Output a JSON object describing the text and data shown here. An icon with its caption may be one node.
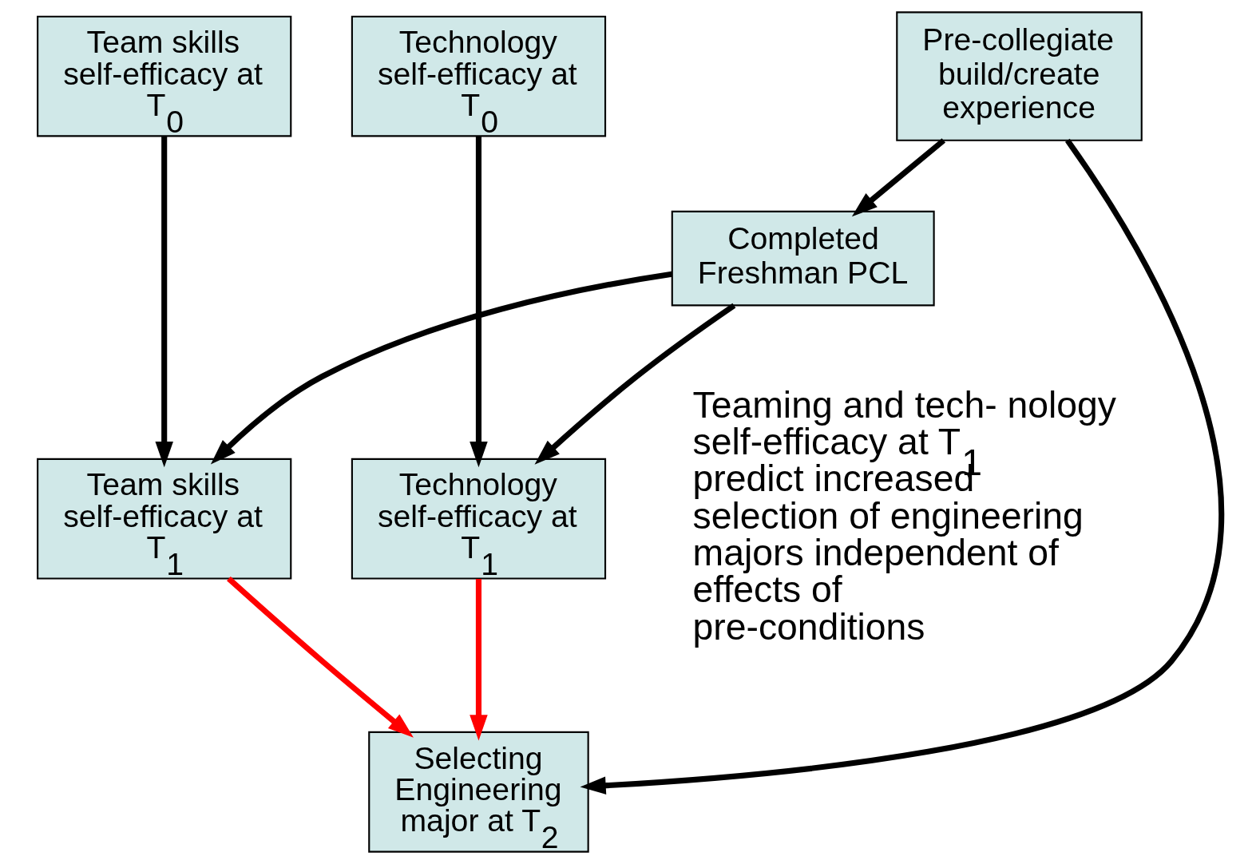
{
  "diagram": {
    "nodes": [
      {
        "text": [
          "Pre-collegiate build/create experience"
        ]
      },
      {
        "text": [
          "Technology self-efficacy at T$_{0}$"
        ]
      },
      {
        "text": [
          "Team skills self-efficacy at T$_{0}$"
        ]
      },
      {
        "text": [
          "Completed Freshman PCL"
        ]
      },
      {
        "text": [
          "Technology self-efficacy at T$_{1}$"
        ]
      },
      {
        "text": [
          "Team skills self-efficacy at T$_{1}$"
        ]
      },
      {
        "text": [
          "Selecting Engineering major at T$_{2}$"
        ]
      }
    ],
    "edges": [
      {
        "from": 0,
        "to": 3,
        "arrow": "to"
      },
      {
        "from": 0,
        "to": 6,
        "arrow": "to"
      },
      {
        "from": 1,
        "to": 4,
        "arrow": "to"
      },
      {
        "from": 2,
        "to": 5,
        "arrow": "to"
      },
      {
        "from": 3,
        "to": 4,
        "arrow": "to"
      },
      {
        "from": 3,
        "to": 5,
        "arrow": "to"
      },
      {
        "from": 4,
        "to": 6,
        "arrow": "to",
        "color": "#ff0000"
      },
      {
        "from": 5,
        "to": 6,
        "arrow": "to",
        "color": "#ff0000"
      }
    ],
    "labels": [
      "Teaming and tech- nology self-efficacy at T$_{1}$ predict increased selection of engineering majors independent of effects of pre-conditions"
    ]
  }
}
